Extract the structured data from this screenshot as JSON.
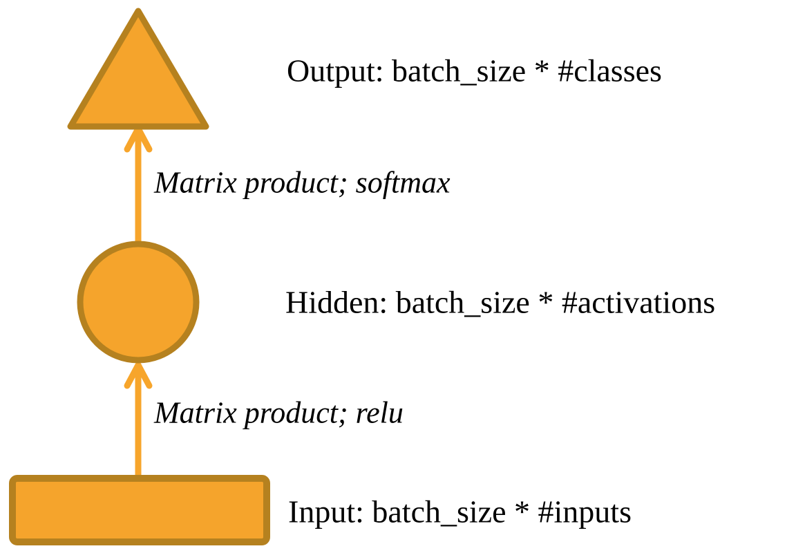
{
  "diagram": {
    "title": "feed-forward-network-shapes",
    "nodes": [
      {
        "id": "output",
        "shape": "triangle",
        "label": "Output: batch_size * #classes"
      },
      {
        "id": "hidden",
        "shape": "circle",
        "label": "Hidden: batch_size * #activations"
      },
      {
        "id": "input",
        "shape": "rectangle",
        "label": "Input: batch_size * #inputs"
      }
    ],
    "edges": [
      {
        "from": "hidden",
        "to": "output",
        "label": "Matrix product; softmax"
      },
      {
        "from": "input",
        "to": "hidden",
        "label": "Matrix product; relu"
      }
    ]
  },
  "colors": {
    "background": "#FFFFFF",
    "shape-fill": "#F5A42C",
    "shape-stroke": "#B5811F",
    "arrow": "#F7A52B",
    "text": "#000000"
  }
}
